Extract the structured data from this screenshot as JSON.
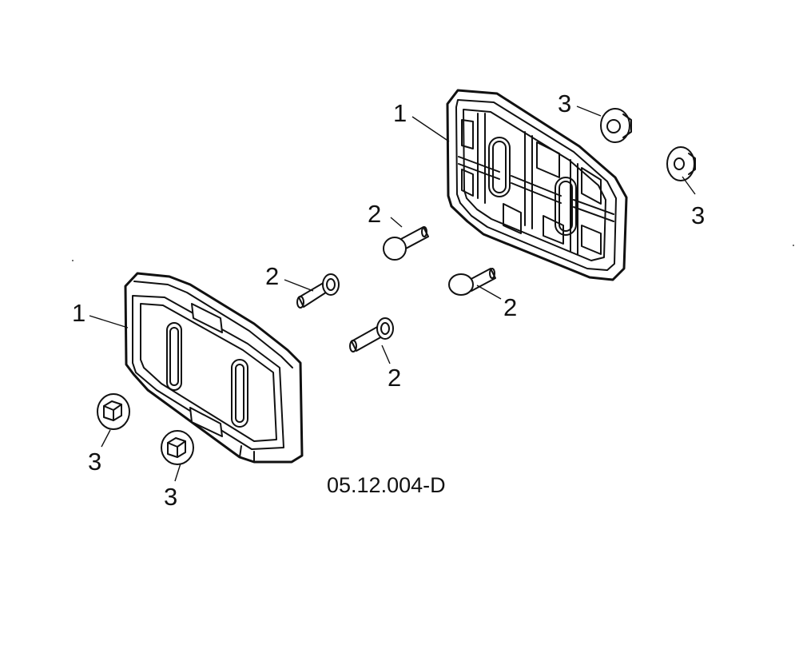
{
  "diagram": {
    "drawing_code": "05.12.004-D",
    "callouts": {
      "skid_top": "1",
      "skid_bottom": "1",
      "bolt_top_center": "2",
      "bolt_left": "2",
      "bolt_right": "2",
      "bolt_bottom_center": "2",
      "nut_top_left": "3",
      "nut_top_right": "3",
      "nut_bottom_left": "3",
      "nut_bottom_center": "3"
    }
  }
}
